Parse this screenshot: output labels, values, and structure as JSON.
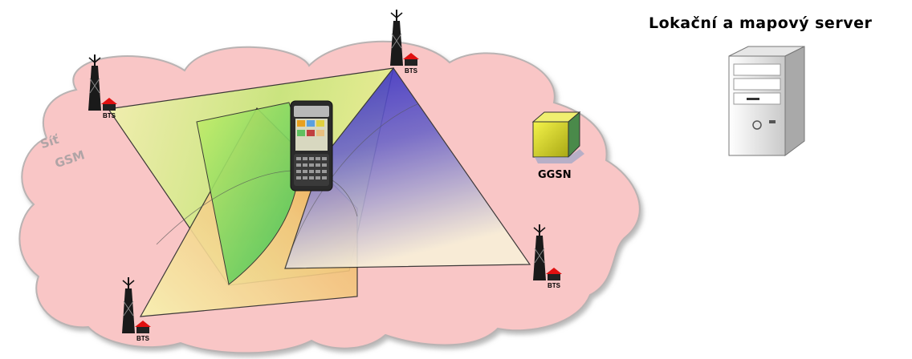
{
  "title": "Lokační a mapový server",
  "network_label_line1": "Síť",
  "network_label_line2": "GSM",
  "bts_label": "BTS",
  "ggsn_label": "GGSN",
  "colors": {
    "cloud": "#f9c6c6",
    "cloud_edge": "#b5b1b1",
    "triangle_left": "#e7e89a",
    "triangle_bottom": "#f3a64a",
    "triangle_right": "#3b31c4",
    "sector_green": "#58c85a",
    "ggsn_box": "#d9d92a",
    "ggsn_side": "#4f8f4f"
  },
  "icons": [
    "bts-tower-icon",
    "phone-icon",
    "ggsn-box-icon",
    "server-icon"
  ]
}
